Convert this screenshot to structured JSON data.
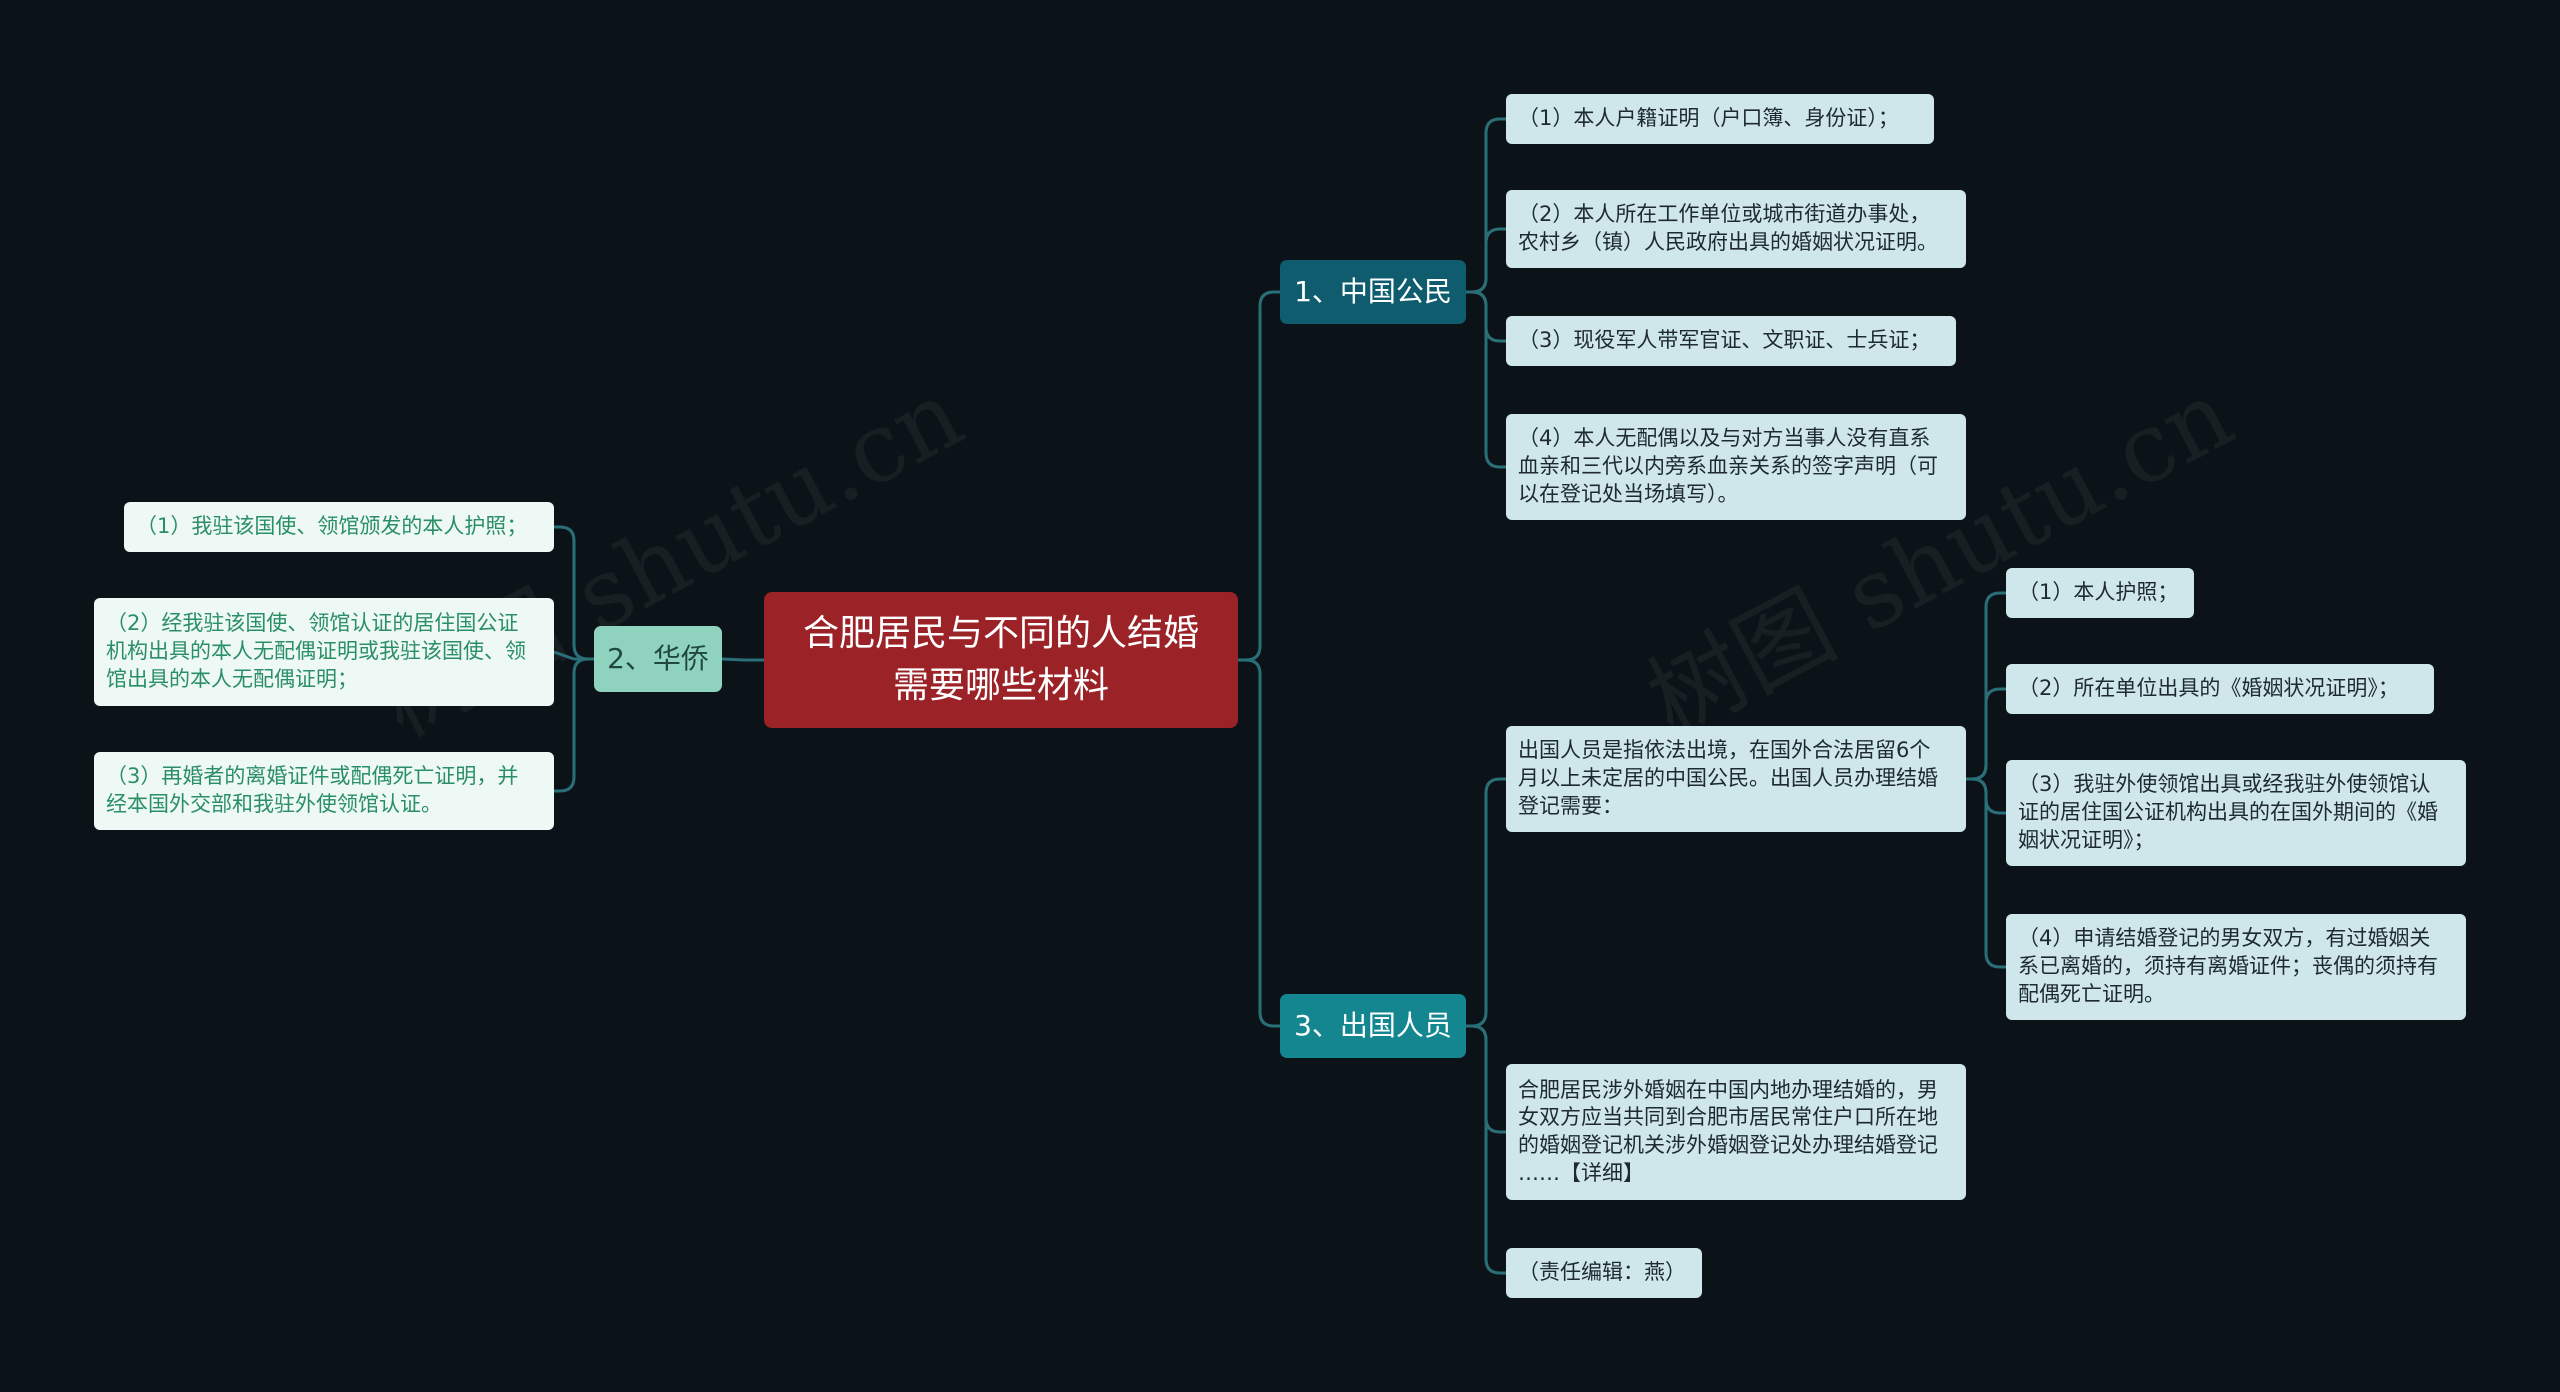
{
  "root": {
    "label": "合肥居民与不同的人结婚\n需要哪些材料"
  },
  "branches": {
    "chinese_citizen": {
      "label": "1、中国公民",
      "items": [
        "（1）本人户籍证明（户口簿、身份证）；",
        "（2）本人所在工作单位或城市街道办事处，\n农村乡（镇）人民政府出具的婚姻状况证明。",
        "（3）现役军人带军官证、文职证、士兵证；",
        "（4）本人无配偶以及与对方当事人没有直系\n血亲和三代以内旁系血亲关系的签字声明（可\n以在登记处当场填写）。"
      ]
    },
    "overseas_chinese": {
      "label": "2、华侨",
      "items": [
        "（1）我驻该国使、领馆颁发的本人护照；",
        "（2）经我驻该国使、领馆认证的居住国公证\n机构出具的本人无配偶证明或我驻该国使、领\n馆出具的本人无配偶证明；",
        "（3）再婚者的离婚证件或配偶死亡证明，并\n经本国外交部和我驻外使领馆认证。"
      ]
    },
    "emigrants": {
      "label": "3、出国人员",
      "intro": "出国人员是指依法出境，在国外合法居留6个\n月以上未定居的中国公民。出国人员办理结婚\n登记需要：",
      "sub_items": [
        "（1）本人护照；",
        "（2）所在单位出具的《婚姻状况证明》；",
        "（3）我驻外使领馆出具或经我驻外使领馆认\n证的居住国公证机构出具的在国外期间的《婚\n姻状况证明》；",
        "（4）申请结婚登记的男女双方，有过婚姻关\n系已离婚的，须持有离婚证件；丧偶的须持有\n配偶死亡证明。"
      ],
      "detail": "合肥居民涉外婚姻在中国内地办理结婚的，男\n女双方应当共同到合肥市居民常住户口所在地\n的婚姻登记机关涉外婚姻登记处办理结婚登记\n……【详细】",
      "editor": "（责任编辑：燕）"
    }
  },
  "watermark": {
    "text": "树图 shutu.cn"
  },
  "colors": {
    "background": "#0c1318",
    "root": "#9b2226",
    "branch_blue": "#0f5c6e",
    "branch_teal": "#13868f",
    "branch_mint": "#8fd3bf",
    "leaf": "#cfe7ea",
    "leaf_light": "#eef8f4",
    "connector": "#2a6f78"
  }
}
